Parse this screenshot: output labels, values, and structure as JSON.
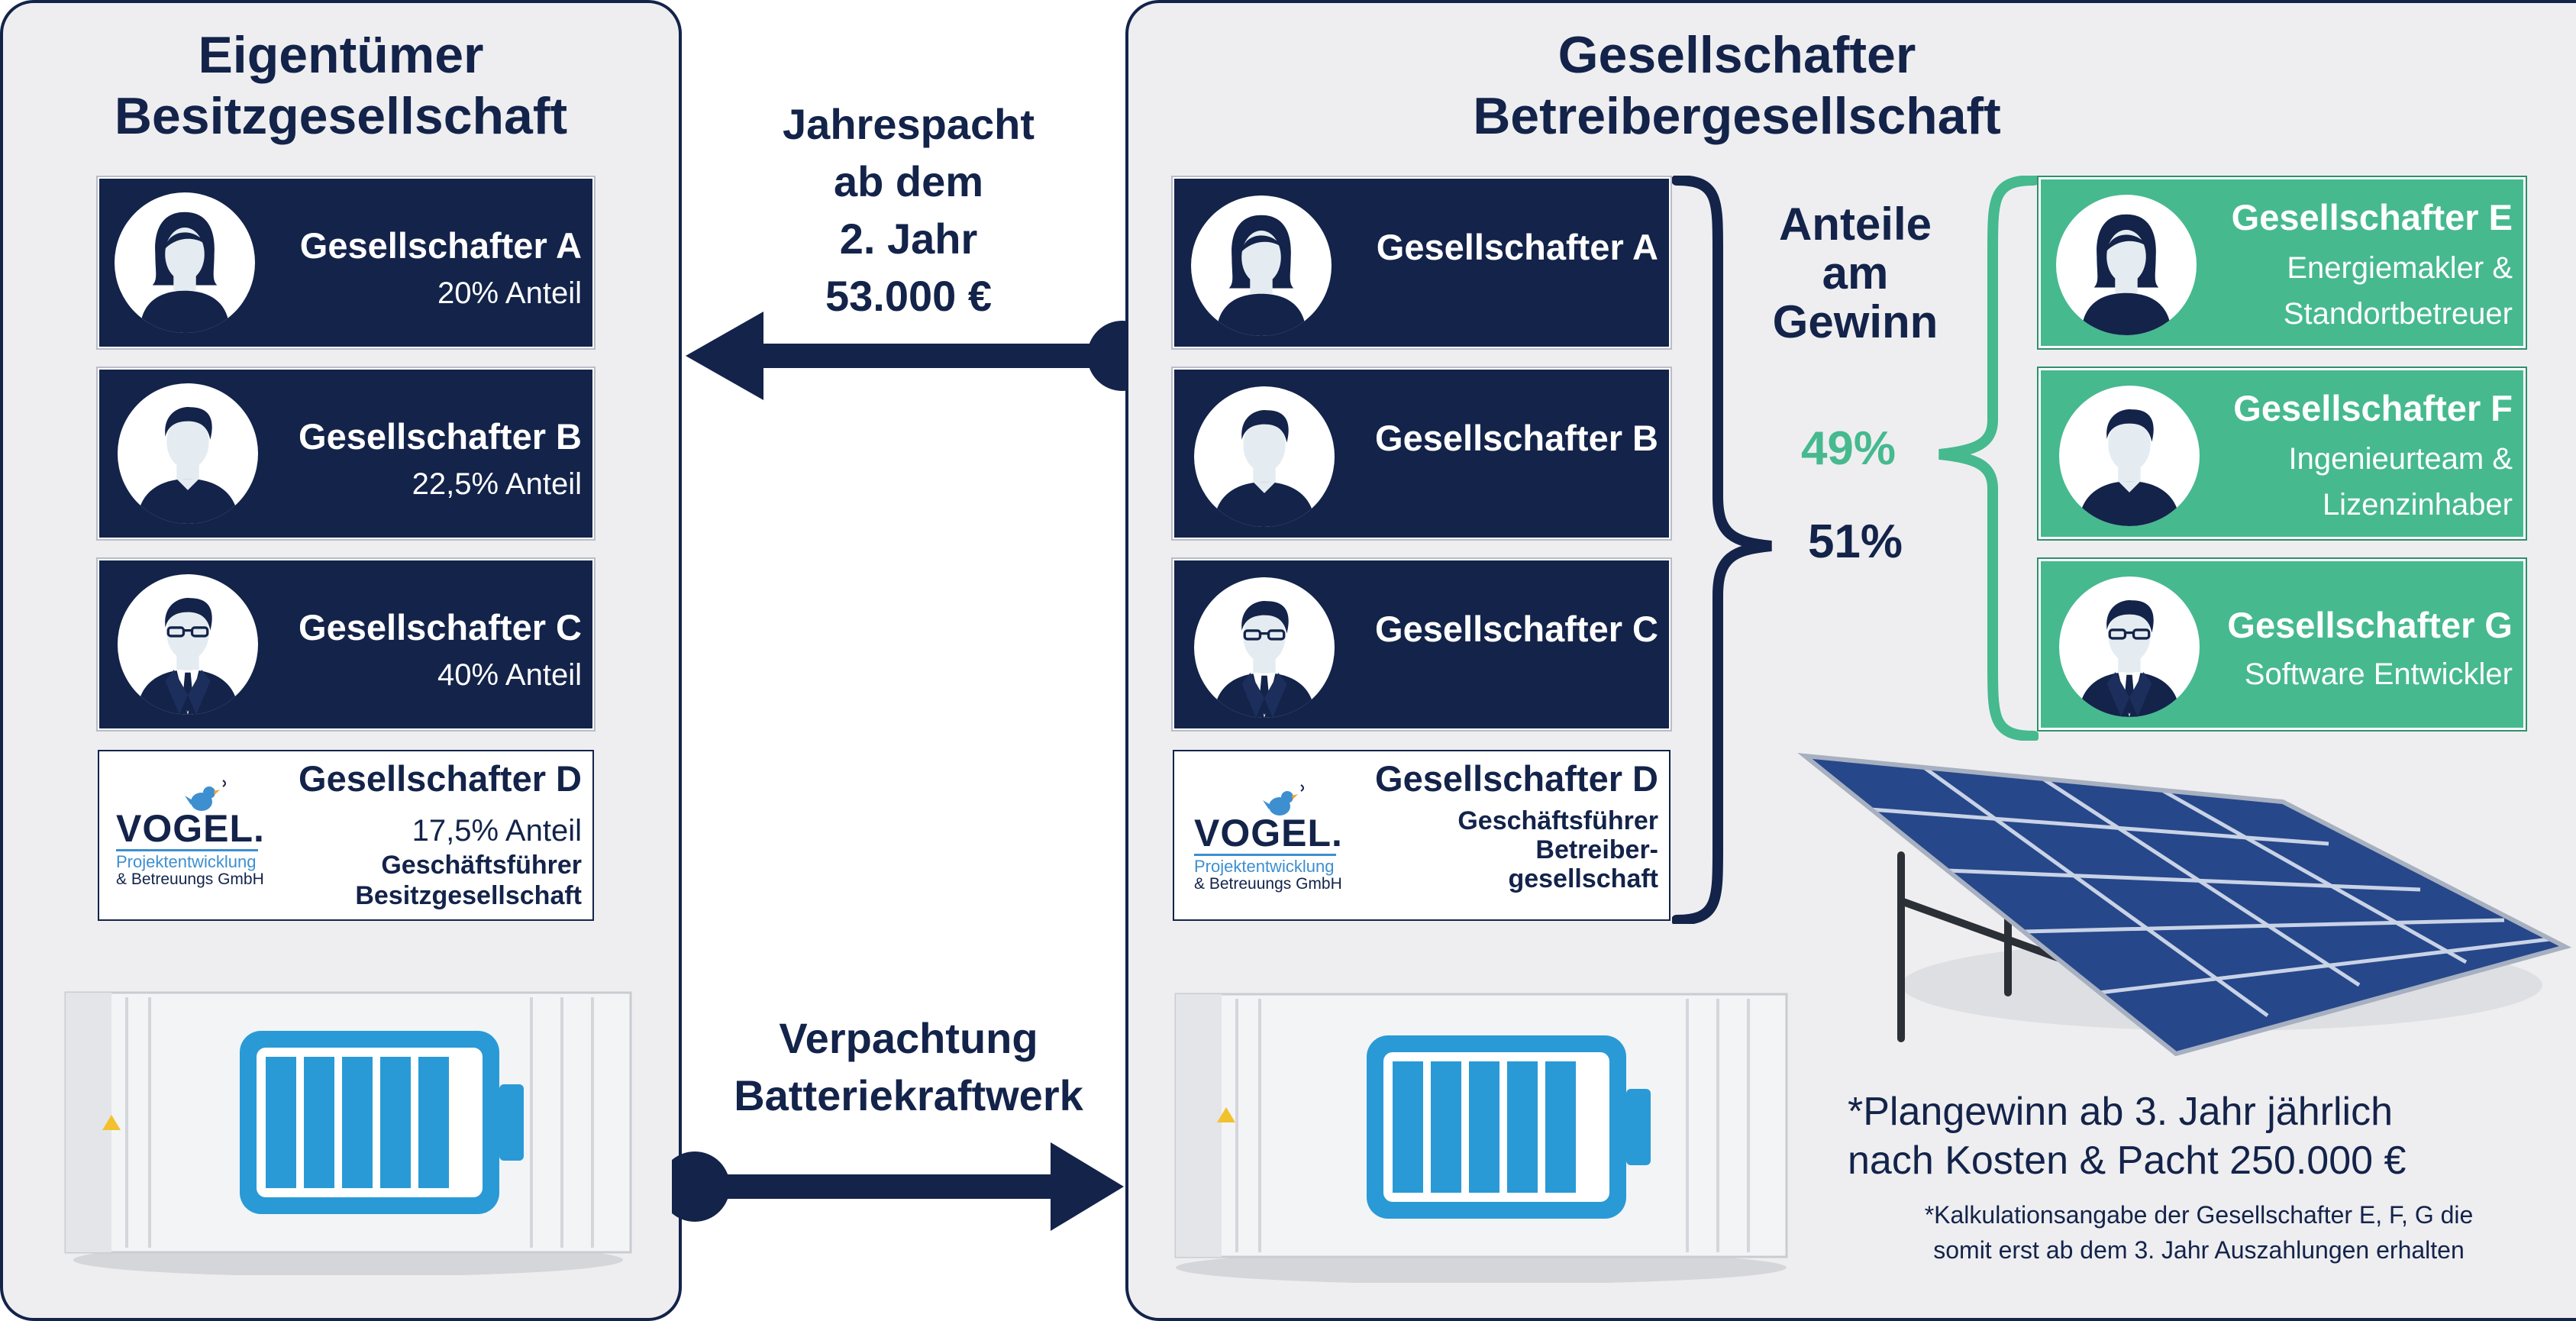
{
  "left_panel": {
    "title_line1": "Eigentümer",
    "title_line2": "Besitzgesellschaft",
    "cards": [
      {
        "name": "Gesellschafter A",
        "sub": "20% Anteil",
        "avatar": "female-avatar-icon"
      },
      {
        "name": "Gesellschafter B",
        "sub": "22,5% Anteil",
        "avatar": "male-avatar-icon"
      },
      {
        "name": "Gesellschafter C",
        "sub": "40% Anteil",
        "avatar": "male-glasses-suit-avatar-icon"
      },
      {
        "name": "Gesellschafter D",
        "sub": "17,5% Anteil",
        "role_line1": "Geschäftsführer",
        "role_line2": "Besitzgesellschaft"
      }
    ]
  },
  "right_panel": {
    "title_line1": "Gesellschafter",
    "title_line2": "Betreibergesellschaft",
    "cards": [
      {
        "name": "Gesellschafter A"
      },
      {
        "name": "Gesellschafter B"
      },
      {
        "name": "Gesellschafter C"
      },
      {
        "name": "Gesellschafter D",
        "role_line1": "Geschäftsführer",
        "role_line2": "Betreiber-",
        "role_line3": "gesellschaft"
      }
    ],
    "green_cards": [
      {
        "name": "Gesellschafter E",
        "sub_line1": "Energiemakler &",
        "sub_line2": "Standortbetreuer"
      },
      {
        "name": "Gesellschafter F",
        "sub_line1": "Ingenieurteam &",
        "sub_line2": "Lizenzinhaber"
      },
      {
        "name": "Gesellschafter G",
        "sub_line1": "Software Entwickler"
      }
    ],
    "profit_label_line1": "Anteile",
    "profit_label_line2": "am",
    "profit_label_line3": "Gewinn",
    "share_green": "49%",
    "share_navy": "51%",
    "note_line1": "*Plangewinn ab 3. Jahr jährlich",
    "note_line2": "nach Kosten & Pacht 250.000 €",
    "footnote_line1": "*Kalkulationsangabe der Gesellschafter E, F, G die",
    "footnote_line2": "somit erst ab dem 3. Jahr Auszahlungen erhalten"
  },
  "middle": {
    "lease_line1": "Jahrespacht",
    "lease_line2": "ab dem",
    "lease_line3": "2. Jahr",
    "lease_line4": "53.000 €",
    "rent_line1": "Verpachtung",
    "rent_line2": "Batteriekraftwerk"
  },
  "logo": {
    "brand": "VOGEL.",
    "line1": "Projektentwicklung",
    "line2": "& Betreuungs GmbH"
  },
  "colors": {
    "navy": "#13234a",
    "green": "#46b98f",
    "battery_blue": "#2a9ad6",
    "panel_bg": "#eeeef0"
  }
}
